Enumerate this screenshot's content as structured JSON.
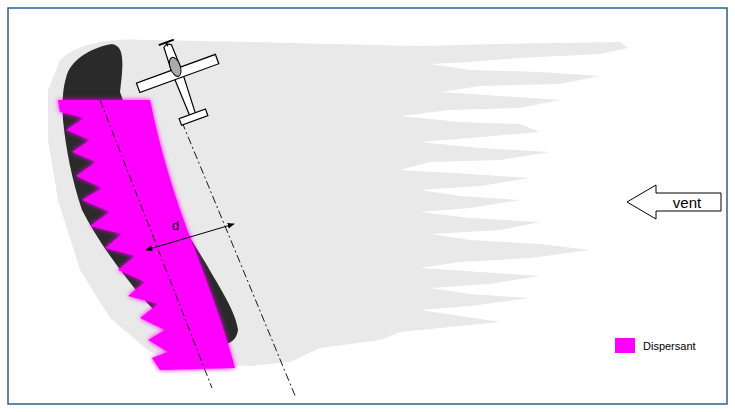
{
  "diagram": {
    "nodes": [
      {
        "text": [
          "vent"
        ]
      }
    ],
    "labels": [
      "d"
    ],
    "legend": [
      {
        "text": "Dispersant",
        "color": "#ff00ff"
      }
    ]
  }
}
